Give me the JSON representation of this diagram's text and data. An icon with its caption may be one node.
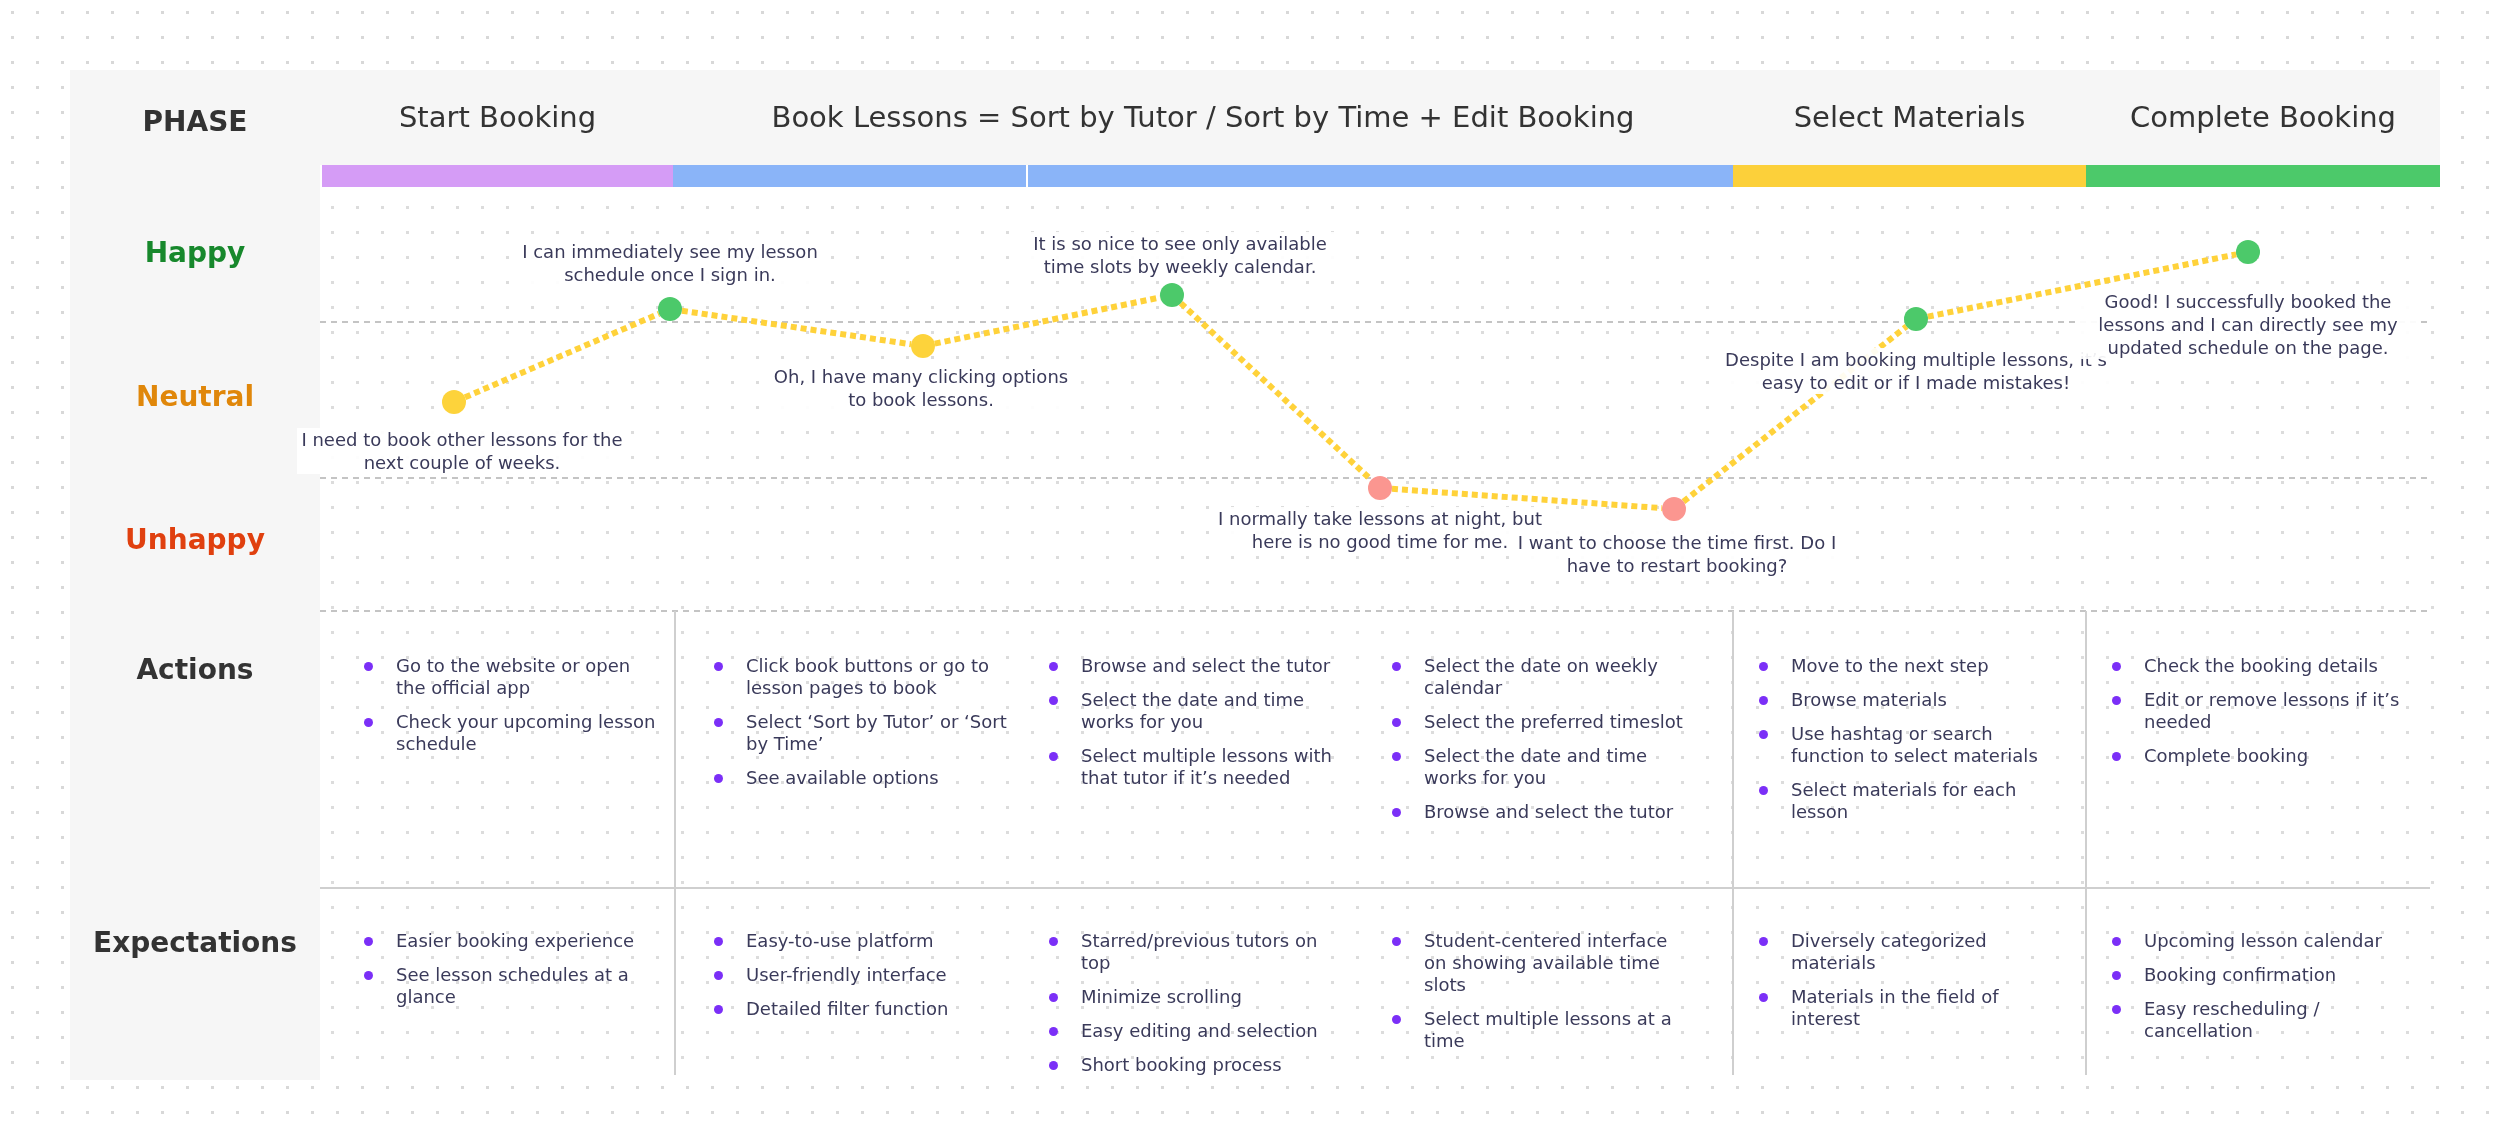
{
  "diagram": {
    "nodes": [
      {
        "text": [],
        "shape": "circle",
        "beside": [
          "I need to book other lessons for the next couple of weeks."
        ]
      },
      {
        "text": [],
        "shape": "circle",
        "beside": [
          "I can immediately see my lesson schedule once I sign in."
        ]
      },
      {
        "text": [],
        "shape": "circle",
        "beside": [
          "Oh, I have many clicking options to book lessons."
        ]
      },
      {
        "text": [],
        "shape": "circle",
        "beside": [
          "It is so nice to see only available time slots by weekly calendar."
        ]
      },
      {
        "text": [],
        "shape": "circle",
        "beside": [
          "I normally take lessons at night, but here is no good time for me."
        ]
      },
      {
        "text": [],
        "shape": "circle",
        "beside": [
          "I want to choose the time first. Do I have to restart booking?"
        ]
      },
      {
        "text": [],
        "shape": "circle",
        "beside": [
          "Despite I am booking multiple lessons, it’s easy to edit or if I made mistakes!"
        ]
      },
      {
        "text": [],
        "shape": "circle",
        "beside": [
          "Good! I successfully booked the lessons and I can directly see my updated schedule on the page."
        ]
      }
    ],
    "edges": [
      {
        "from": 0,
        "to": 1,
        "arrow": "none",
        "style": "dashed"
      },
      {
        "from": 1,
        "to": 2,
        "arrow": "none",
        "style": "dashed"
      },
      {
        "from": 2,
        "to": 3,
        "arrow": "none",
        "style": "dashed"
      },
      {
        "from": 3,
        "to": 4,
        "arrow": "none",
        "style": "dashed"
      },
      {
        "from": 4,
        "to": 5,
        "arrow": "none",
        "style": "dashed"
      },
      {
        "from": 5,
        "to": 6,
        "arrow": "none",
        "style": "dashed"
      },
      {
        "from": 6,
        "to": 7,
        "arrow": "none",
        "style": "dashed"
      }
    ],
    "labels": [
      "PHASE",
      "Start Booking",
      "Book Lessons = Sort by Tutor / Sort by Time + Edit Booking",
      "Select Materials",
      "Complete Booking",
      "Happy",
      "Neutral",
      "Unhappy",
      "Actions",
      "Go to the website or open the official app",
      "Check your upcoming lesson schedule",
      "Click book buttons or go to lesson pages to book",
      "Select ‘Sort by Tutor’ or ‘Sort by Time’",
      "See available options",
      "Browse and select the tutor",
      "Select the date and time works for you",
      "Select multiple lessons with that tutor if it’s needed",
      "Select the date on weekly calendar",
      "Select the preferred timeslot",
      "Select the date and time works for you",
      "Browse and select the tutor",
      "Move to the next step",
      "Browse materials",
      "Use hashtag or search function to select materials",
      "Select materials for each lesson",
      "Check the booking details",
      "Edit or remove lessons if it’s needed",
      "Complete booking",
      "Expectations",
      "Easier booking experience",
      "See lesson schedules at a glance",
      "Easy-to-use platform",
      "User-friendly interface",
      "Detailed filter function",
      "Starred/previous tutors on top",
      "Minimize scrolling",
      "Easy editing and selection",
      "Short booking process",
      "Student-centered interface on showing available time slots",
      "Select multiple lessons at a time",
      "Diversely categorized materials",
      "Materials in the field of interest",
      "Upcoming lesson calendar",
      "Booking confirmation",
      "Easy rescheduling / cancellation"
    ]
  }
}
